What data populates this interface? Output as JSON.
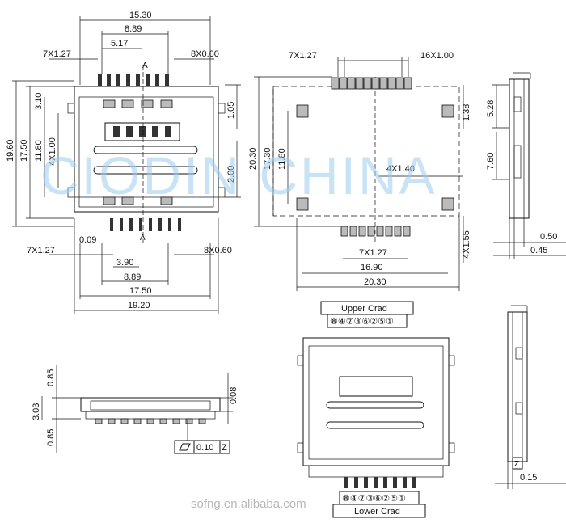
{
  "watermark": "CIODIN CHINA",
  "footer_url": "sofng.en.alibaba.com",
  "top_view": {
    "overall_top_width": "15.30",
    "pin_span_top": "8.89",
    "pitch_span_top": "5.17",
    "pin_pitch_top": "7X1.27",
    "pin_width_top": "8X0.60",
    "section_mark_top": "A",
    "overall_height": "19.60",
    "body_height": "17.50",
    "top_offset": "3.10",
    "height_11_80": "11.80",
    "pitch_vertical": "4X1.00",
    "right_top": "1.05",
    "right_mid": "2.00",
    "small_offset": "0.09",
    "pin_pitch_bottom": "7X1.27",
    "pin_width_bottom": "8X0.60",
    "span_3_90": "3.90",
    "pin_span_bottom": "8.89",
    "body_width_inner": "17.50",
    "body_width": "19.20",
    "section_mark_bottom": "A"
  },
  "pcb_layout": {
    "pin_pitch_top": "7X1.27",
    "pad_width_top": "16X1.00",
    "height_20_30": "20.30",
    "height_17_30": "17.30",
    "height_11_80": "11.80",
    "pad_mid": "4X1.40",
    "right_1_38": "1.38",
    "pin_pitch_bottom": "7X1.27",
    "width_16_90": "16.90",
    "width_20_30": "20.30",
    "right_1_55": "4X1.55"
  },
  "side_view_right": {
    "dim_5_28": "5.28",
    "dim_7_60": "7.60",
    "dim_0_50": "0.50",
    "dim_0_45": "0.45",
    "dim_0_15": "0.15",
    "datum_z": "Z"
  },
  "front_view": {
    "dim_0_85_top": "0.85",
    "dim_3_03": "3.03",
    "dim_0_85_bottom": "0.85",
    "dim_0_08": "0.08",
    "flatness_value": "0.10",
    "flatness_datum": "Z"
  },
  "card_view": {
    "upper_label": "Upper Crad",
    "upper_pins": "⑧④⑦③⑥②⑤①",
    "lower_label": "Lower Crad",
    "lower_pins": "⑧④⑦③⑥②⑤①"
  }
}
